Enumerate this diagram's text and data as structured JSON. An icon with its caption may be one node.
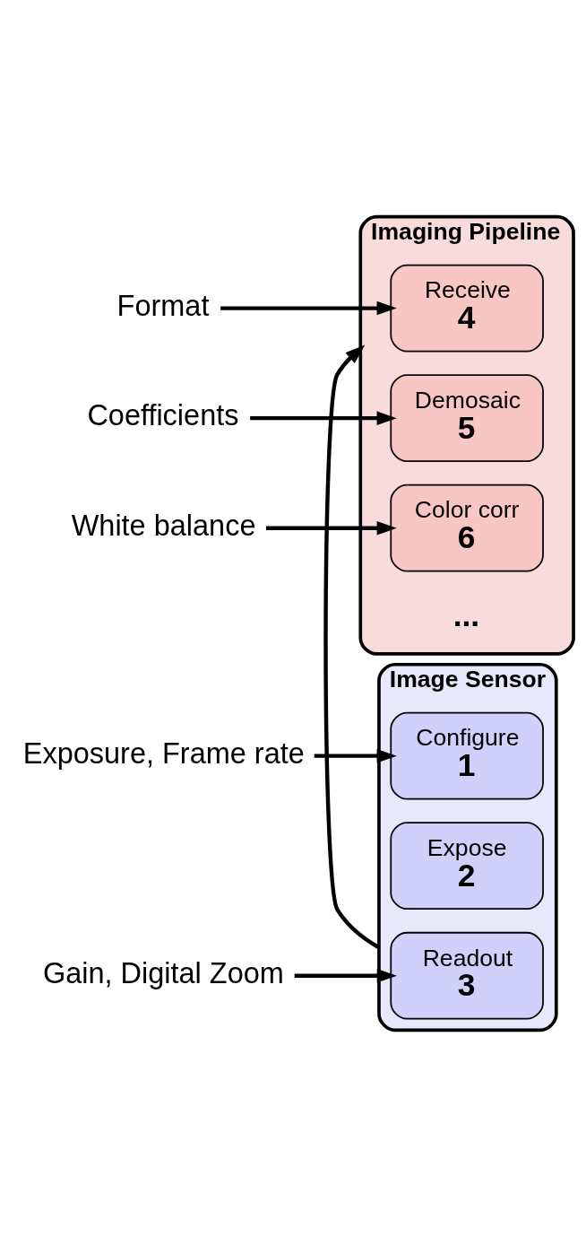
{
  "diagram": {
    "nodes": [
      {
        "text": [
          "Image Sensor"
        ]
      },
      {
        "text": [
          "Configure",
          "1"
        ],
        "in": 0
      },
      {
        "text": [
          "Expose",
          "2"
        ],
        "in": 0
      },
      {
        "text": [
          "Readout",
          "3"
        ],
        "in": 0
      },
      {
        "text": [
          "Imaging Pipeline",
          "..."
        ]
      },
      {
        "text": [
          "Receive",
          "4"
        ],
        "in": 4
      },
      {
        "text": [
          "Demosaic",
          "5"
        ],
        "in": 4
      },
      {
        "text": [
          "Color corr",
          "6"
        ],
        "in": 4
      },
      {
        "text": [
          "Exposure, Frame rate"
        ]
      },
      {
        "text": [
          "Gain, Digital Zoom"
        ]
      },
      {
        "text": [
          "Format"
        ]
      },
      {
        "text": [
          "Coefficients"
        ]
      },
      {
        "text": [
          "White balance"
        ]
      }
    ],
    "edges": [
      {
        "from": 8,
        "to": 1,
        "arrow": "to"
      },
      {
        "from": 9,
        "to": 3,
        "arrow": "to"
      },
      {
        "from": 0,
        "to": 4,
        "arrow": "to"
      },
      {
        "from": 10,
        "to": 5,
        "arrow": "to"
      },
      {
        "from": 11,
        "to": 6,
        "arrow": "to"
      },
      {
        "from": 12,
        "to": 7,
        "arrow": "to"
      }
    ]
  }
}
